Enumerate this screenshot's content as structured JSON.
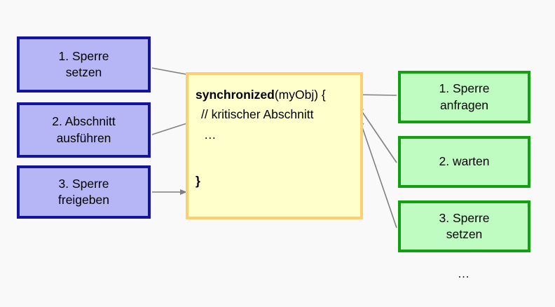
{
  "diagram": {
    "title": "Java synchronized block with lock steps",
    "background_color": "#f9f9fa",
    "palette": {
      "blue_fill": "#b6b6f7",
      "blue_border": "#14149c",
      "green_fill": "#bffcc1",
      "green_border": "#12a012",
      "yellow_fill": "#ffffcc",
      "yellow_border": "#fcd070",
      "arrow_color": "#808080",
      "text_color": "#000000"
    },
    "left_boxes": [
      {
        "line1": "1. Sperre",
        "line2": "setzen"
      },
      {
        "line1": "2. Abschnitt",
        "line2": "ausführen"
      },
      {
        "line1": "3. Sperre",
        "line2": "freigeben"
      }
    ],
    "code_box": {
      "line1_keyword": "synchronized",
      "line1_rest": "(myObj) {",
      "line2": "// kritischer Abschnitt",
      "line3": "…",
      "line4": "}"
    },
    "right_boxes": [
      {
        "line1": "1. Sperre",
        "line2": "anfragen"
      },
      {
        "line1": "2. warten",
        "line2": ""
      },
      {
        "line1": "3. Sperre",
        "line2": "setzen"
      }
    ],
    "right_ellipsis": "…"
  }
}
